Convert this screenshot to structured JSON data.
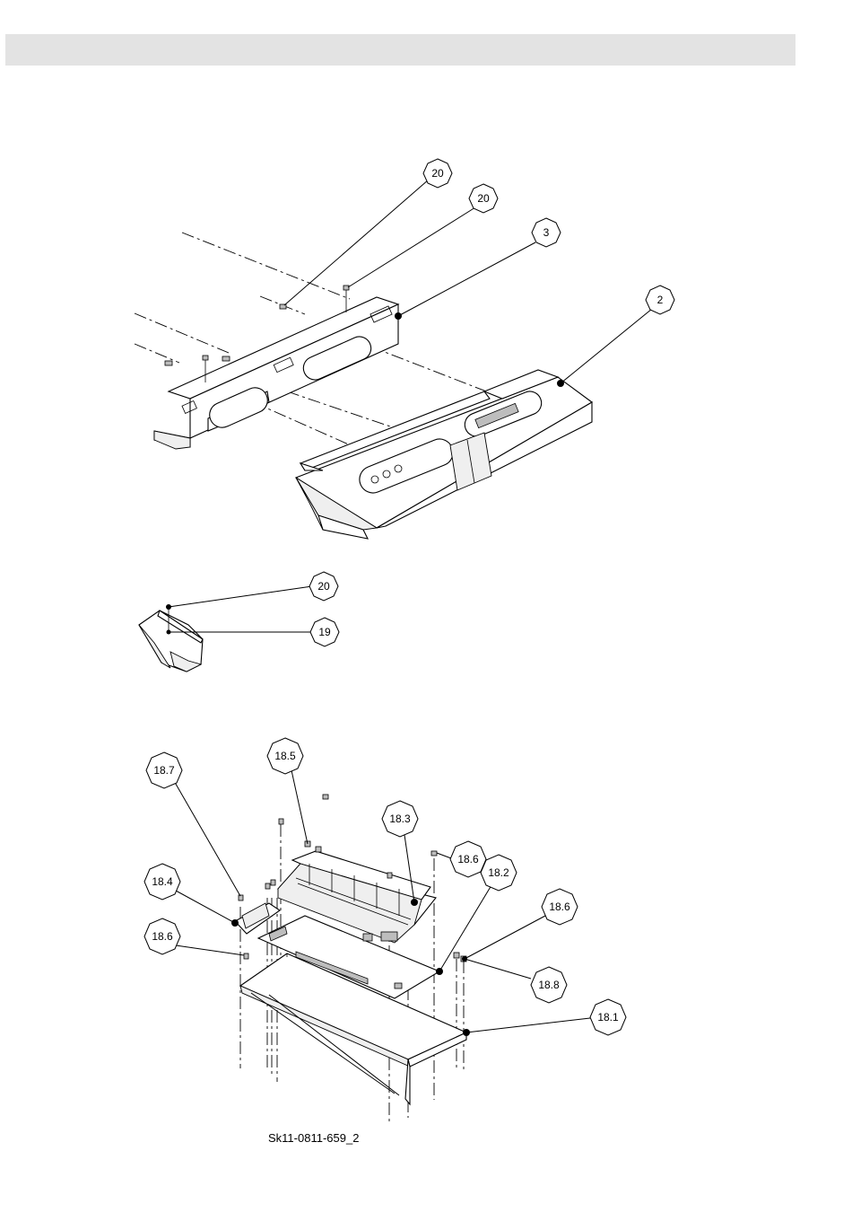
{
  "drawing_number": "Sk11-0811-659_2",
  "callouts": {
    "top_20_a": "20",
    "top_20_b": "20",
    "top_3": "3",
    "top_2": "2",
    "detail_20": "20",
    "detail_19": "19",
    "b_18_7": "18.7",
    "b_18_5": "18.5",
    "b_18_3": "18.3",
    "b_18_6_top": "18.6",
    "b_18_2": "18.2",
    "b_18_4": "18.4",
    "b_18_6_right": "18.6",
    "b_18_6_left": "18.6",
    "b_18_8": "18.8",
    "b_18_1": "18.1"
  }
}
